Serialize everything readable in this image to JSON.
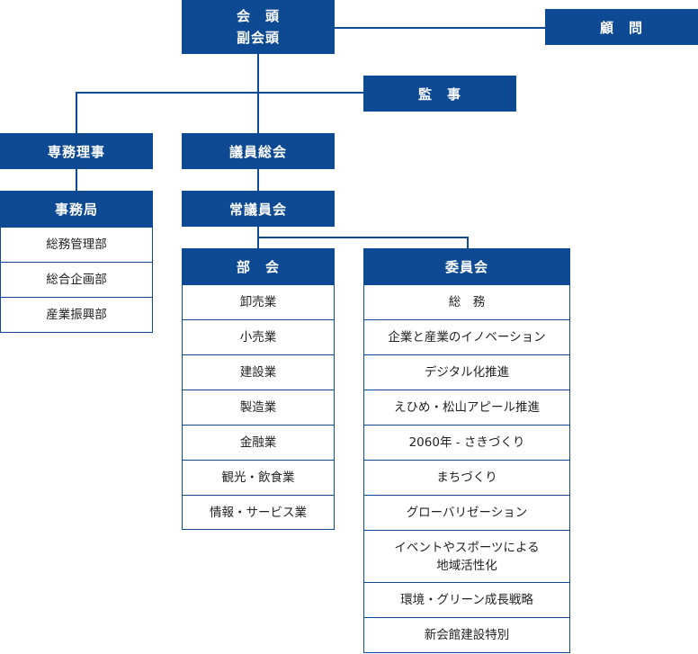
{
  "top": {
    "line1": "会　頭",
    "line2": "副会頭"
  },
  "advisor": "顧　問",
  "auditor": "監　事",
  "executive_director": "専務理事",
  "general_assembly": "議員総会",
  "standing_committee": "常議員会",
  "secretariat": {
    "title": "事務局",
    "items": [
      "総務管理部",
      "総合企画部",
      "産業振興部"
    ]
  },
  "divisions": {
    "title": "部　会",
    "items": [
      "卸売業",
      "小売業",
      "建設業",
      "製造業",
      "金融業",
      "観光・飲食業",
      "情報・サービス業"
    ]
  },
  "committees": {
    "title": "委員会",
    "items": [
      "総　務",
      "企業と産業のイノベーション",
      "デジタル化推進",
      "えひめ・松山アピール推進",
      "2060年 - さきづくり",
      "まちづくり",
      "グローバリゼーション",
      [
        "イベントやスポーツによる",
        "地域活性化"
      ],
      "環境・グリーン成長戦略",
      "新会館建設特別"
    ]
  },
  "colors": {
    "primary": "#0d4a93",
    "border": "#0d4a93",
    "text": "#222222"
  }
}
